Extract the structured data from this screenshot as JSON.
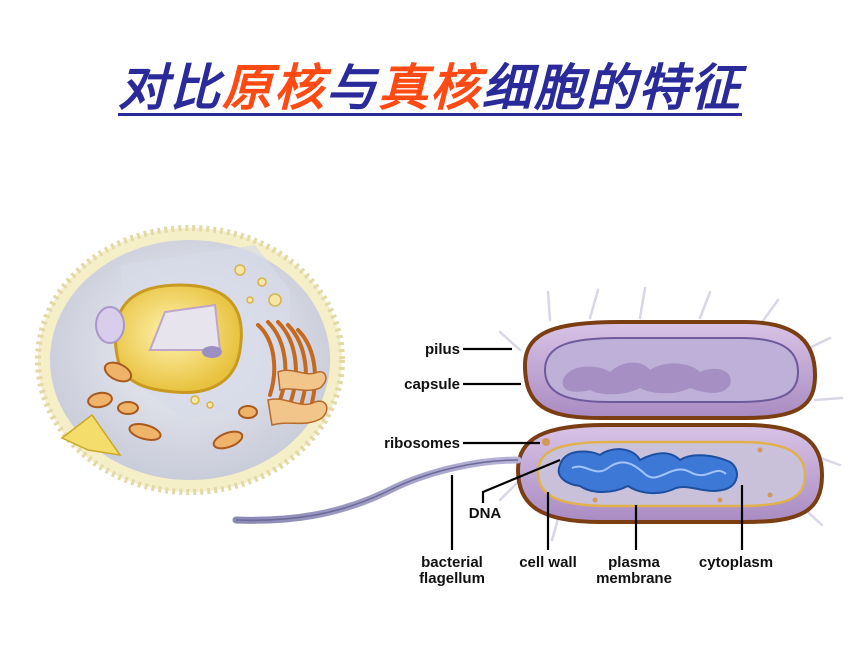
{
  "title": {
    "parts": [
      {
        "text": "对比",
        "color": "#2a2a9a"
      },
      {
        "text": "原核",
        "color": "#ff4a14"
      },
      {
        "text": "与",
        "color": "#2a2a9a"
      },
      {
        "text": "真核",
        "color": "#ff4a14"
      },
      {
        "text": "细胞的特征",
        "color": "#2a2a9a"
      }
    ]
  },
  "prokaryote_labels": {
    "pilus": "pilus",
    "capsule": "capsule",
    "ribosomes": "ribosomes",
    "dna": "DNA",
    "flagellum_1": "bacterial",
    "flagellum_2": "flagellum",
    "cell_wall": "cell wall",
    "membrane_1": "plasma",
    "membrane_2": "membrane",
    "cytoplasm": "cytoplasm"
  }
}
